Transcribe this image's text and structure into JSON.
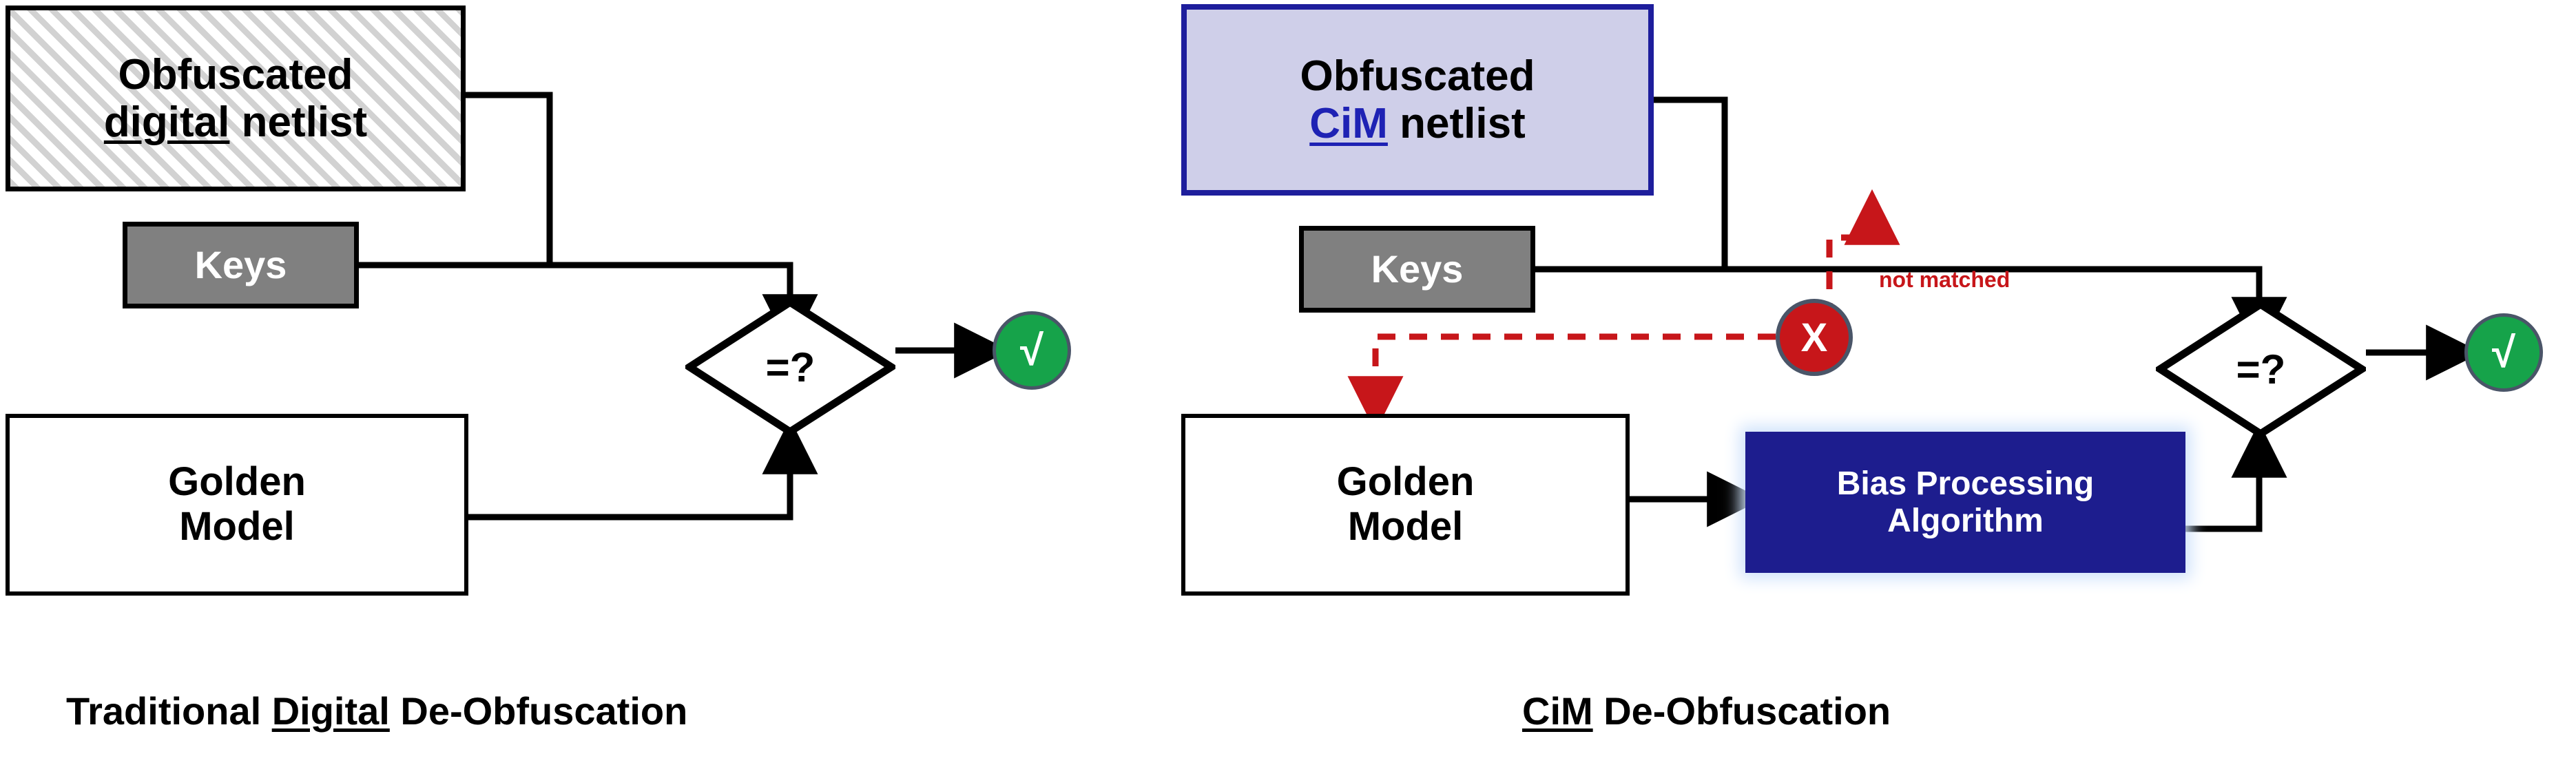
{
  "figure": {
    "title_left": "Traditional Digital De-Obfuscation",
    "title_right": "CiM De-Obfuscation"
  },
  "colors": {
    "hatch_stripe": "#d2d2d2",
    "cim_border": "#1e1e9c",
    "cim_fill": "#cfcfe9",
    "cim_word": "#1e22b4",
    "keys_fill": "#808080",
    "bias_fill": "#1d1d8e",
    "bias_glow": "#cfe2fb",
    "ok_green": "#16a34a",
    "fail_red": "#c7161a",
    "badge_ring": "#4a5568",
    "wire": "#000000",
    "feedback_red": "#c7161a"
  },
  "left_panel": {
    "caption_prefix": "Traditional ",
    "caption_underlined": "Digital",
    "caption_suffix": " De-Obfuscation",
    "netlist": {
      "line1": "Obfuscated",
      "line2_underlined": "digital",
      "line2_rest": " netlist"
    },
    "keys": {
      "label": "Keys"
    },
    "golden": {
      "line1": "Golden",
      "line2": "Model"
    },
    "compare": {
      "label": "=?"
    },
    "result": {
      "symbol": "√",
      "name": "matched"
    }
  },
  "right_panel": {
    "caption_underlined": "CiM",
    "caption_suffix": " De-Obfuscation",
    "netlist": {
      "line1": "Obfuscated",
      "line2_underlined": "CiM",
      "line2_rest": " netlist"
    },
    "keys": {
      "label": "Keys"
    },
    "golden": {
      "line1": "Golden",
      "line2": "Model"
    },
    "bias": {
      "line1": "Bias Processing",
      "line2": "Algorithm"
    },
    "compare": {
      "label": "=?"
    },
    "result_fail": {
      "symbol": "X",
      "name": "not matched"
    },
    "feedback_label": "not matched",
    "result": {
      "symbol": "√",
      "name": "matched"
    }
  }
}
